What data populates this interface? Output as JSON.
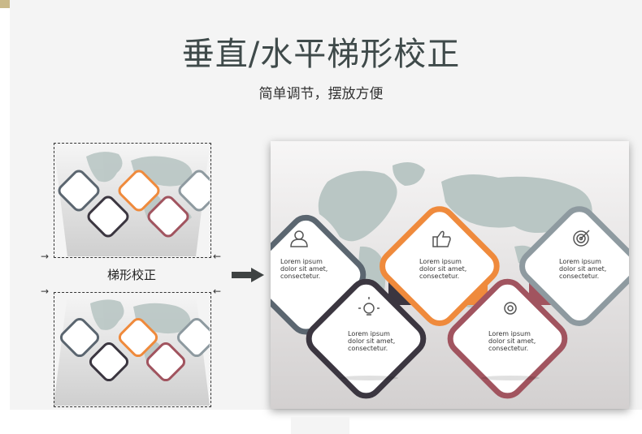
{
  "header": {
    "title": "垂直/水平梯形校正",
    "subtitle": "简单调节，摆放方便"
  },
  "thumbnails": {
    "caption": "梯形校正"
  },
  "cards": [
    {
      "icon": "user-icon",
      "color": "#5b6670",
      "line1": "Lorem ipsum",
      "line2": "dolor sit amet,",
      "line3": "consectetur."
    },
    {
      "icon": "lightbulb-icon",
      "color": "#3b3640",
      "line1": "Lorem ipsum",
      "line2": "dolor sit amet,",
      "line3": "consectetur."
    },
    {
      "icon": "thumbs-up-icon",
      "color": "#ef8a3c",
      "line1": "Lorem ipsum",
      "line2": "dolor sit amet,",
      "line3": "consectetur."
    },
    {
      "icon": "gear-icon",
      "color": "#a1545f",
      "line1": "Lorem ipsum",
      "line2": "dolor sit amet,",
      "line3": "consectetur."
    },
    {
      "icon": "target-icon",
      "color": "#8e9aa0",
      "line1": "Lorem ipsum",
      "line2": "dolor sit amet,",
      "line3": "consectetur."
    }
  ],
  "colors": {
    "panel": "#f4f4f4",
    "title": "#3f4a4a",
    "map": "#b9c6c4"
  }
}
